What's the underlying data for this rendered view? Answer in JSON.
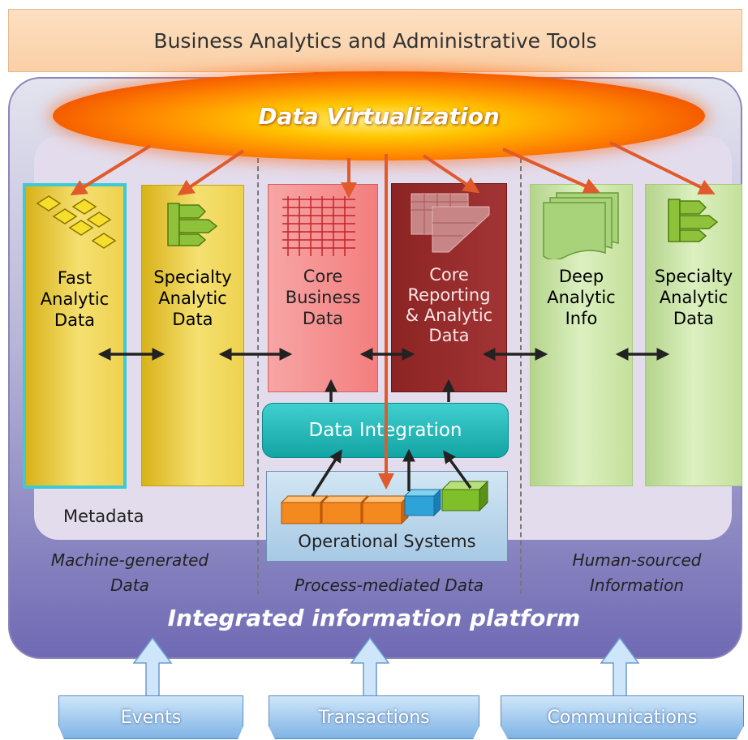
{
  "header": {
    "title": "Business Analytics and Administrative Tools"
  },
  "virtualization": {
    "label": "Data Virtualization"
  },
  "stores": [
    {
      "label": "Fast\nAnalytic\nData"
    },
    {
      "label": "Specialty\nAnalytic\nData"
    },
    {
      "label": "Core\nBusiness\nData"
    },
    {
      "label": "Core\nReporting\n& Analytic\nData"
    },
    {
      "label": "Deep\nAnalytic\nInfo"
    },
    {
      "label": "Specialty\nAnalytic\nData"
    }
  ],
  "integration": {
    "label": "Data Integration"
  },
  "operational": {
    "label": "Operational Systems"
  },
  "metadata": {
    "label": "Metadata"
  },
  "categories": {
    "machine": "Machine-generated\nData",
    "process": "Process-mediated Data",
    "human": "Human-sourced\nInformation"
  },
  "platform": {
    "label": "Integrated information platform"
  },
  "sources": [
    "Events",
    "Transactions",
    "Communications"
  ],
  "colors": {
    "virtualization_arrow": "#e05a2b",
    "core_business": "#f98f8f",
    "core_reporting": "#922a2a",
    "integration": "#1aabab"
  }
}
